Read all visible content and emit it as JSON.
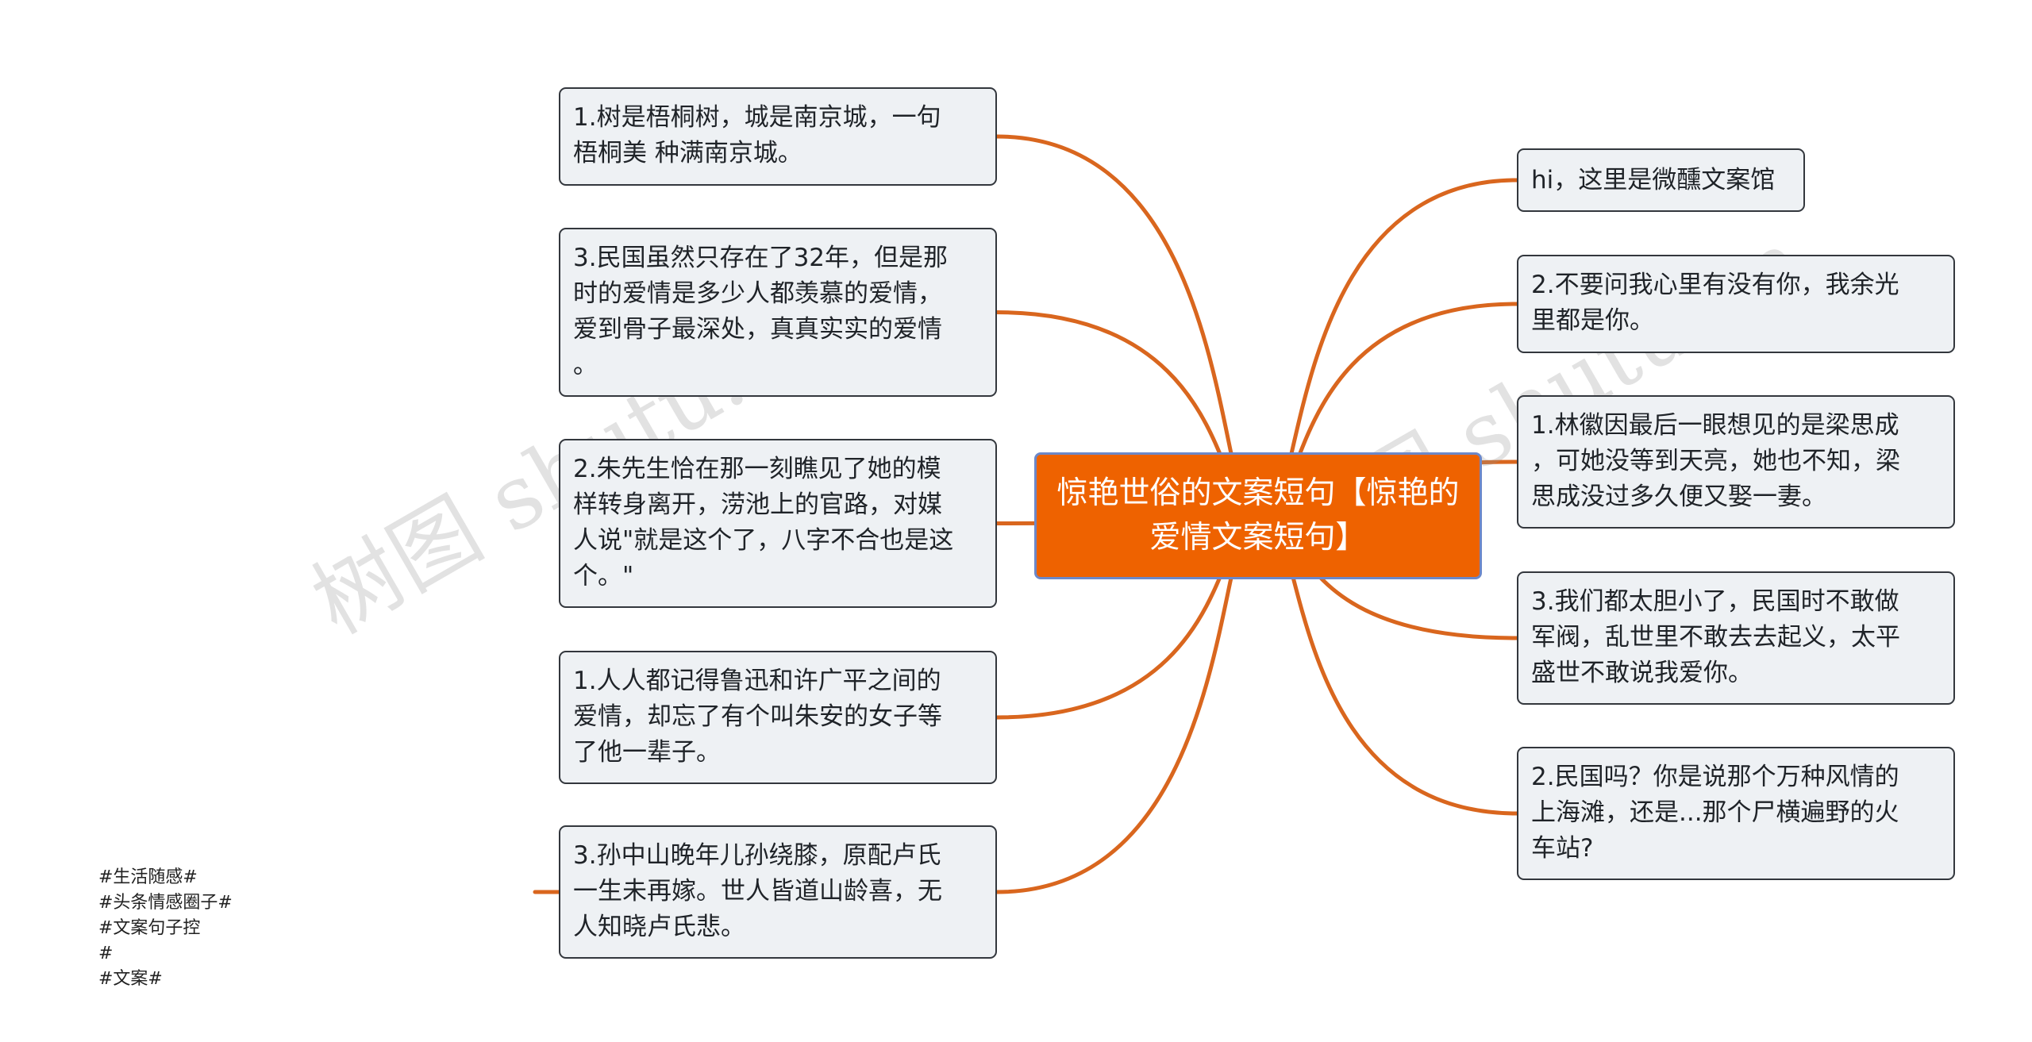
{
  "diagram": {
    "center": {
      "text": "惊艳世俗的文案短句【惊艳的爱情文案短句】"
    },
    "left": [
      {
        "text": "1.树是梧桐树，城是南京城，一句\n梧桐美 种满南京城。"
      },
      {
        "text": "3.民国虽然只存在了32年，但是那\n时的爱情是多少人都羡慕的爱情，\n爱到骨子最深处，真真实实的爱情\n。"
      },
      {
        "text": "2.朱先生恰在那一刻瞧见了她的模\n样转身离开，涝池上的官路，对媒\n人说\"就是这个了，八字不合也是这\n个。\""
      },
      {
        "text": "1.人人都记得鲁迅和许广平之间的\n爱情，却忘了有个叫朱安的女子等\n了他一辈子。"
      },
      {
        "text": "3.孙中山晚年儿孙绕膝，原配卢氏\n一生未再嫁。世人皆道山龄喜，无\n人知晓卢氏悲。"
      }
    ],
    "right": [
      {
        "text": "hi，这里是微醺文案馆"
      },
      {
        "text": "2.不要问我心里有没有你，我余光\n里都是你。"
      },
      {
        "text": "1.林徽因最后一眼想见的是梁思成\n，可她没等到天亮，她也不知，梁\n思成没过多久便又娶一妻。"
      },
      {
        "text": "3.我们都太胆小了，民国时不敢做\n军阀，乱世里不敢去去起义，太平\n盛世不敢说我爱你。"
      },
      {
        "text": "2.民国吗？你是说那个万种风情的\n上海滩，还是...那个尸横遍野的火\n车站?"
      }
    ],
    "tags": {
      "text": "#生活随感#\n#头条情感圈子#\n#文案句子控\n#\n#文案#\n"
    },
    "colors": {
      "connector": "#d9661e",
      "center_fill": "#ee6200",
      "center_border": "#6c88c9",
      "node_fill": "#eef1f4",
      "node_border": "#33373d"
    },
    "watermarks": [
      "树图 shutu.cn",
      "树图 shutu.cn"
    ]
  }
}
